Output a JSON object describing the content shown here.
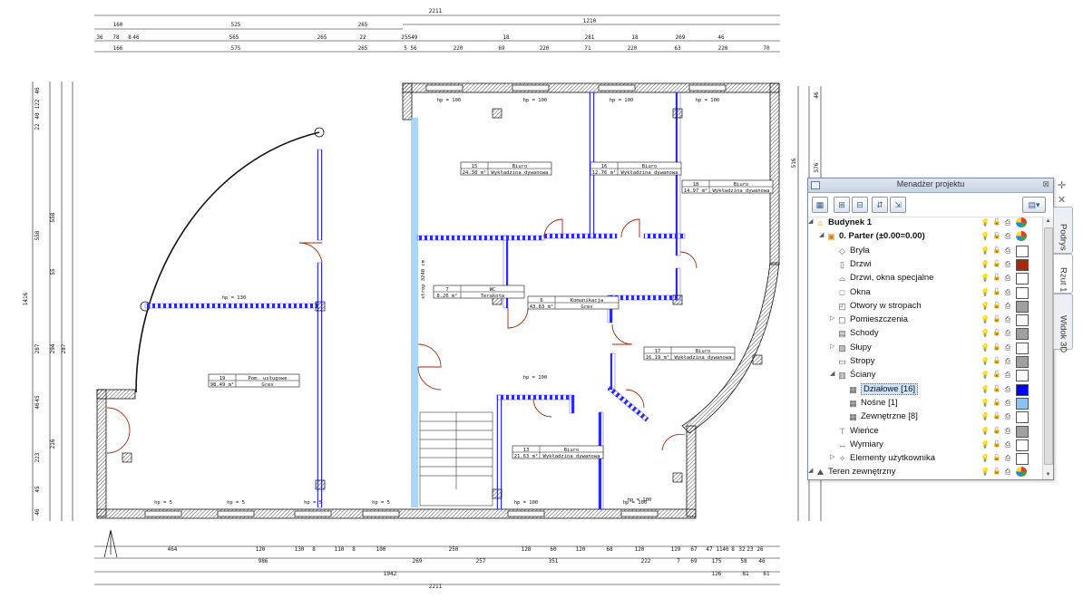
{
  "dims_top": {
    "row1": [
      "2211"
    ],
    "row1b": [
      "1210"
    ],
    "row2": [
      "160",
      "525",
      "265"
    ],
    "row3": [
      "36",
      "78",
      "8",
      "46",
      "565",
      "265",
      "22",
      "25",
      "549",
      "18",
      "281",
      "18",
      "269",
      "46"
    ],
    "row4": [
      "166",
      "575",
      "265",
      "5",
      "56",
      "220",
      "69",
      "220",
      "71",
      "220",
      "63",
      "220",
      "70"
    ]
  },
  "dims_bottom": {
    "row1": [
      "464",
      "120",
      "130",
      "8",
      "110",
      "8",
      "100",
      "250",
      "128",
      "60",
      "120",
      "68",
      "120",
      "129",
      "67",
      "47",
      "11",
      "40",
      "8",
      "32",
      "23",
      "26"
    ],
    "row2": [
      "986",
      "269",
      "257",
      "351",
      "222",
      "7",
      "69",
      "175",
      "58",
      "46"
    ],
    "row3": [
      "1942"
    ],
    "row3b": [
      "126",
      "81",
      "61"
    ],
    "row4": [
      "2211"
    ]
  },
  "dims_left": [
    "46",
    "122",
    "40",
    "22",
    "558",
    "558",
    "55",
    "1416",
    "287",
    "294",
    "287",
    "45",
    "46",
    "223",
    "216",
    "45",
    "46"
  ],
  "dims_right": [
    "46",
    "516",
    "576"
  ],
  "rooms": [
    {
      "num": "15",
      "name": "Biuro",
      "area": "24.38 m²",
      "floor": "Wykładzina dywanowa"
    },
    {
      "num": "16",
      "name": "Biuro",
      "area": "12.76 m²",
      "floor": "Wykładzina dywanowa"
    },
    {
      "num": "18",
      "name": "Biuro",
      "area": "14.97 m²",
      "floor": "Wykładzina dywanowa"
    },
    {
      "num": "7",
      "name": "WC",
      "area": "8.26 m²",
      "floor": "Terakota"
    },
    {
      "num": "6",
      "name": "Komunikacja",
      "area": "43.83 m²",
      "floor": "Gres"
    },
    {
      "num": "17",
      "name": "Biuro",
      "area": "16.19 m²",
      "floor": "Wykładzina dywanowa"
    },
    {
      "num": "19",
      "name": "Pom. usługowe",
      "area": "98.49 m²",
      "floor": "Gres"
    },
    {
      "num": "13",
      "name": "Biuro",
      "area": "21.63 m²",
      "floor": "Wykładzina dywanowa"
    }
  ],
  "annotations": {
    "hp_labels": [
      "hp = 100",
      "hp = 100",
      "hp = 100",
      "hp = 100",
      "hp = 5",
      "hp = 5",
      "hp = 5",
      "hp = 5",
      "hp = 100",
      "hp = 100",
      "hp = 100",
      "hp = 100",
      "hp = 130"
    ],
    "wall_note": "strop 3240 cm"
  },
  "panel": {
    "title": "Menadżer projektu",
    "tree": [
      {
        "label": "Budynek 1",
        "level": 0,
        "expanded": true,
        "bold": true,
        "icon": "house-icon",
        "swatch": "multi"
      },
      {
        "label": "0. Parter (±0.00=0.00)",
        "level": 1,
        "expanded": true,
        "bold": true,
        "icon": "floor-icon",
        "swatch": "multi"
      },
      {
        "label": "Bryła",
        "level": 2,
        "icon": "solid-icon",
        "swatch": "#ffffff"
      },
      {
        "label": "Drzwi",
        "level": 2,
        "icon": "door-icon",
        "swatch": "#a52a0a"
      },
      {
        "label": "Drzwi, okna specjalne",
        "level": 2,
        "icon": "special-door-icon",
        "swatch": "#ffffff"
      },
      {
        "label": "Okna",
        "level": 2,
        "icon": "window-icon",
        "swatch": "#ffffff"
      },
      {
        "label": "Otwory w stropach",
        "level": 2,
        "icon": "ceiling-opening-icon",
        "swatch": "#a0a0a0"
      },
      {
        "label": "Pomieszczenia",
        "level": 2,
        "expandable": true,
        "icon": "room-icon",
        "swatch": "#ffffff"
      },
      {
        "label": "Schody",
        "level": 2,
        "icon": "stairs-icon",
        "swatch": "#a0a0a0"
      },
      {
        "label": "Słupy",
        "level": 2,
        "expandable": true,
        "icon": "column-icon",
        "swatch": "#ffffff"
      },
      {
        "label": "Stropy",
        "level": 2,
        "icon": "slab-icon",
        "swatch": "#a0a0a0"
      },
      {
        "label": "Ściany",
        "level": 2,
        "expanded": true,
        "icon": "wall-icon",
        "swatch": "#ffffff"
      },
      {
        "label": "Działowe [16]",
        "level": 3,
        "selected": true,
        "icon": "wall-type-icon",
        "swatch": "#0000ff"
      },
      {
        "label": "Nośne [1]",
        "level": 3,
        "icon": "wall-type-icon",
        "swatch": "#89c4f4"
      },
      {
        "label": "Zewnętrzne [8]",
        "level": 3,
        "icon": "wall-type-icon",
        "swatch": "#ffffff"
      },
      {
        "label": "Wieńce",
        "level": 2,
        "icon": "ring-beam-icon",
        "swatch": "#a0a0a0"
      },
      {
        "label": "Wymiary",
        "level": 2,
        "icon": "dimension-icon",
        "swatch": "#ffffff"
      },
      {
        "label": "Elementy użytkownika",
        "level": 2,
        "expandable": true,
        "icon": "user-elements-icon",
        "swatch": "#ffffff"
      },
      {
        "label": "Teren zewnętrzny",
        "level": 0,
        "expanded": true,
        "icon": "terrain-icon",
        "swatch": "multi"
      }
    ]
  },
  "side_tabs": [
    "Podrys",
    "Rzut 1",
    "Widok 3D"
  ],
  "colors": {
    "partition_wall": "#2a2aff",
    "bearing_wall": "#89c4f4",
    "door_red": "#a52a0a",
    "selection": "#cfe3fb"
  }
}
